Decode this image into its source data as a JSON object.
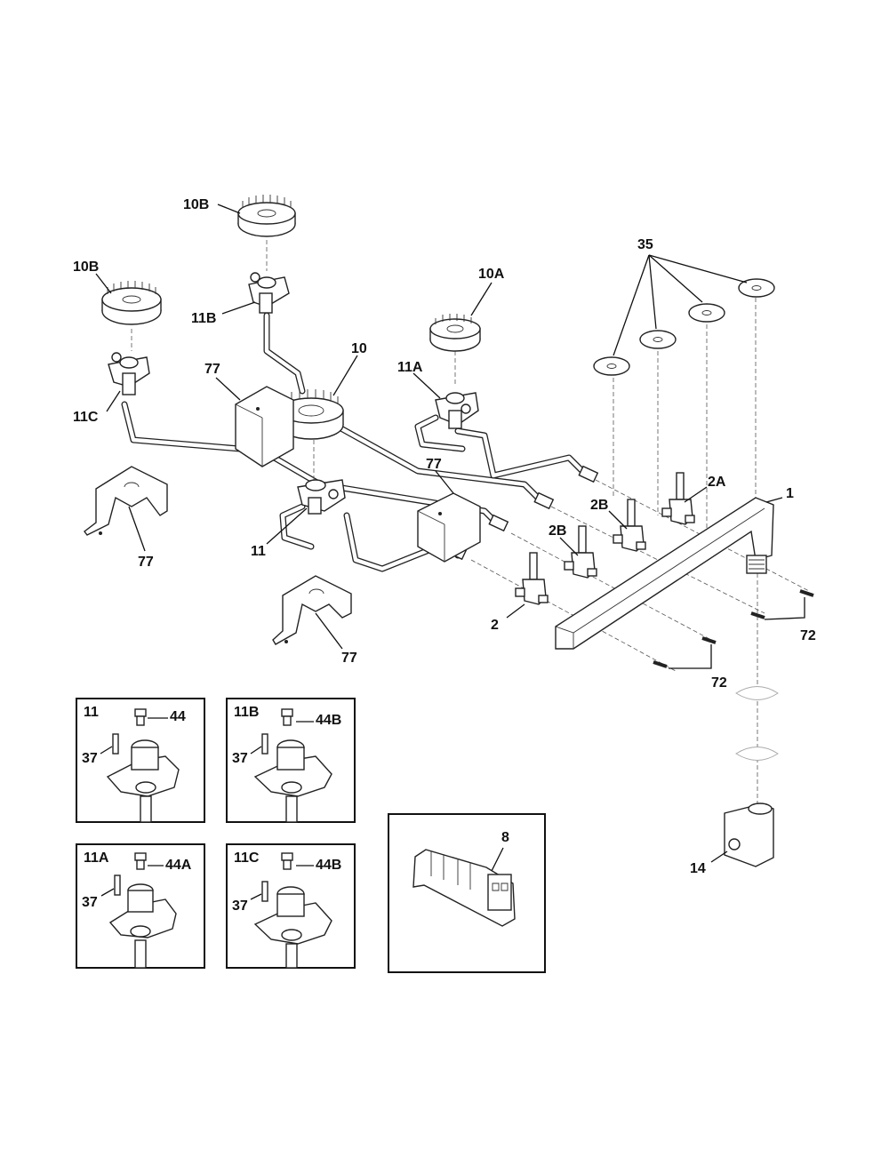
{
  "diagram": {
    "type": "exploded-parts-diagram",
    "subject": "Burner gas manifold assembly",
    "callouts": {
      "burner_10B_top": "10B",
      "burner_10B_left": "10B",
      "burner_10A": "10A",
      "burner_10": "10",
      "head_11B": "11B",
      "head_11C": "11C",
      "head_11A": "11A",
      "head_11": "11",
      "bracket_77_a": "77",
      "bracket_77_b": "77",
      "bracket_77_c": "77",
      "bracket_77_d": "77",
      "knob_seal_35": "35",
      "valve_2": "2",
      "valve_2B_a": "2B",
      "valve_2B_b": "2B",
      "valve_2A": "2A",
      "manifold_1": "1",
      "screw_72_a": "72",
      "screw_72_b": "72",
      "regulator_14": "14",
      "spark_module_8": "8"
    },
    "detail_boxes": [
      {
        "title": "11",
        "orifice": "44",
        "screw": "37"
      },
      {
        "title": "11B",
        "orifice": "44B",
        "screw": "37"
      },
      {
        "title": "11A",
        "orifice": "44A",
        "screw": "37"
      },
      {
        "title": "11C",
        "orifice": "44B",
        "screw": "37"
      }
    ]
  }
}
